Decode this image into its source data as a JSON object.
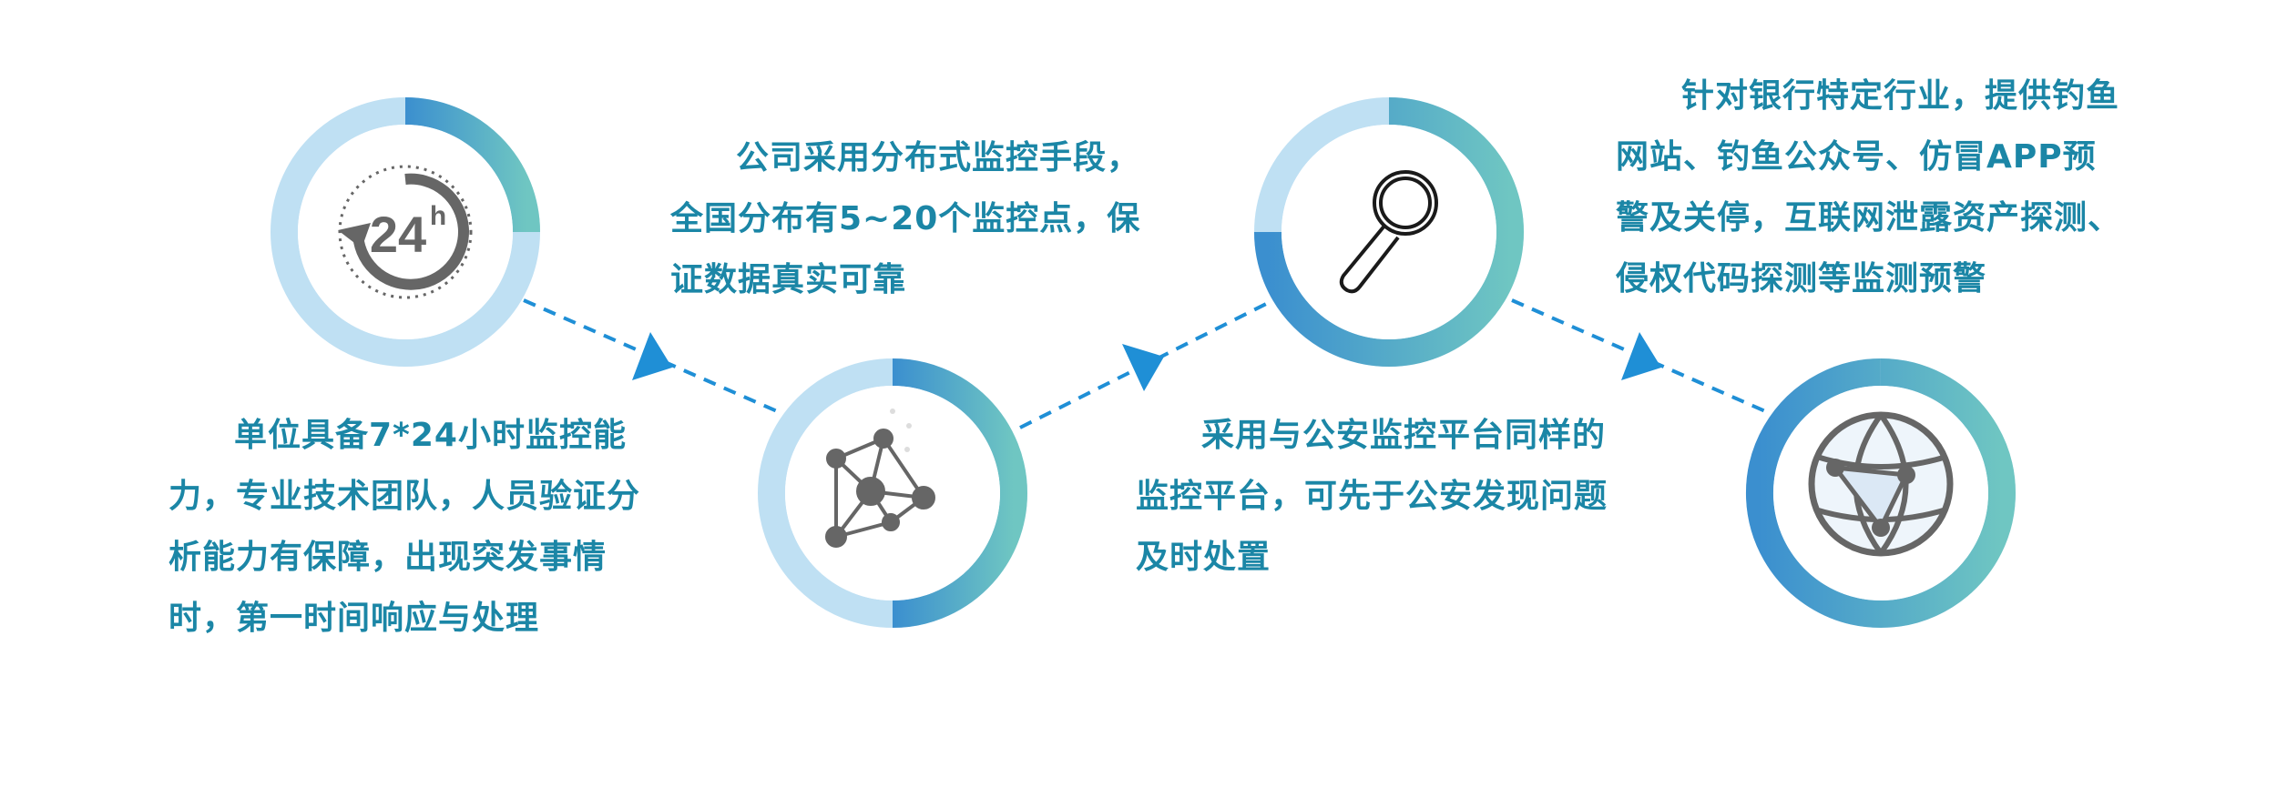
{
  "colors": {
    "ring_light": "#bfe0f3",
    "gradient_start": "#3b8fcf",
    "gradient_end": "#6fc6c2",
    "arrow": "#1f8fd6",
    "icon_gray": "#666666",
    "text": "#1b86a6"
  },
  "steps": [
    {
      "icon": "clock-24h-icon",
      "icon_text": "24",
      "icon_sup": "h",
      "progress": 0.25,
      "description": "单位具备7*24小时监控能力，专业技术团队，人员验证分析能力有保障，出现突发事情时，第一时间响应与处理"
    },
    {
      "icon": "network-nodes-icon",
      "progress": 0.5,
      "description": "公司采用分布式监控手段，全国分布有5~20个监控点，保证数据真实可靠"
    },
    {
      "icon": "magnifier-icon",
      "progress": 0.75,
      "description": "采用与公安监控平台同样的监控平台，可先于公安发现问题及时处置"
    },
    {
      "icon": "globe-network-icon",
      "progress": 1.0,
      "description": "针对银行特定行业，提供钓鱼网站、钓鱼公众号、仿冒APP预警及关停，互联网泄露资产探测、侵权代码探测等监测预警"
    }
  ]
}
